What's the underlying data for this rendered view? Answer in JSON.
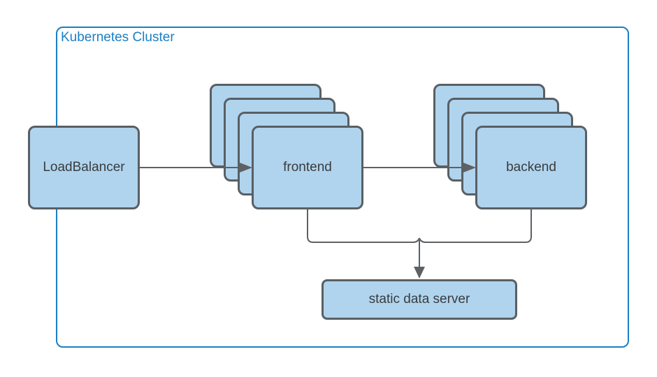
{
  "diagram": {
    "type": "architecture-diagram",
    "cluster": {
      "label": "Kubernetes Cluster"
    },
    "nodes": {
      "loadbalancer": {
        "label": "LoadBalancer"
      },
      "frontend": {
        "label": "frontend",
        "replicas": 4
      },
      "backend": {
        "label": "backend",
        "replicas": 4
      },
      "static_data_server": {
        "label": "static data server"
      }
    },
    "edges": [
      {
        "from": "loadbalancer",
        "to": "frontend",
        "arrow": "end"
      },
      {
        "from": "frontend",
        "to": "backend",
        "arrow": "end"
      },
      {
        "from": "frontend",
        "to": "static_data_server",
        "arrow": "end"
      },
      {
        "from": "backend",
        "to": "static_data_server",
        "arrow": "end"
      }
    ],
    "colors": {
      "node_fill": "#b0d4ee",
      "node_border": "#595f63",
      "node_text": "#393c3e",
      "cluster_border": "#1b7fc4",
      "cluster_label": "#1b7fc4",
      "connector": "#5e6164",
      "background": "#ffffff"
    }
  }
}
